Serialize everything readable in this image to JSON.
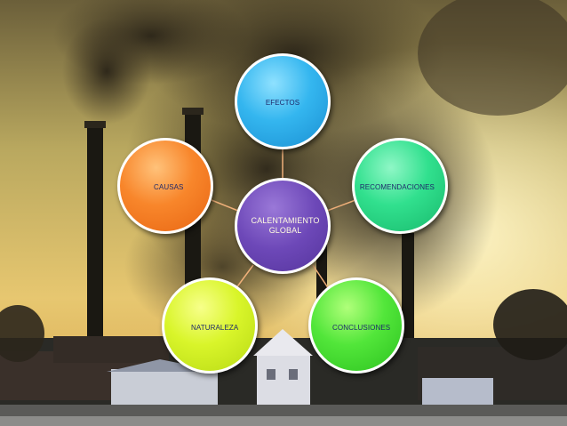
{
  "diagram": {
    "center": "CALENTAMIENTO GLOBAL",
    "nodes": {
      "efectos": "EFECTOS",
      "recomendaciones": "RECOMENDACIONES",
      "conclusiones": "CONCLUSIONES",
      "naturaleza": "NATURALEZA",
      "causas": "CAUSAS"
    }
  },
  "colors": {
    "efectos": "#34b6ef",
    "recomendaciones": "#31e08e",
    "conclusiones": "#52e63a",
    "naturaleza": "#d9f52a",
    "causas": "#f8862b",
    "center": "#6d48b8",
    "connector": "#f0b07a"
  }
}
